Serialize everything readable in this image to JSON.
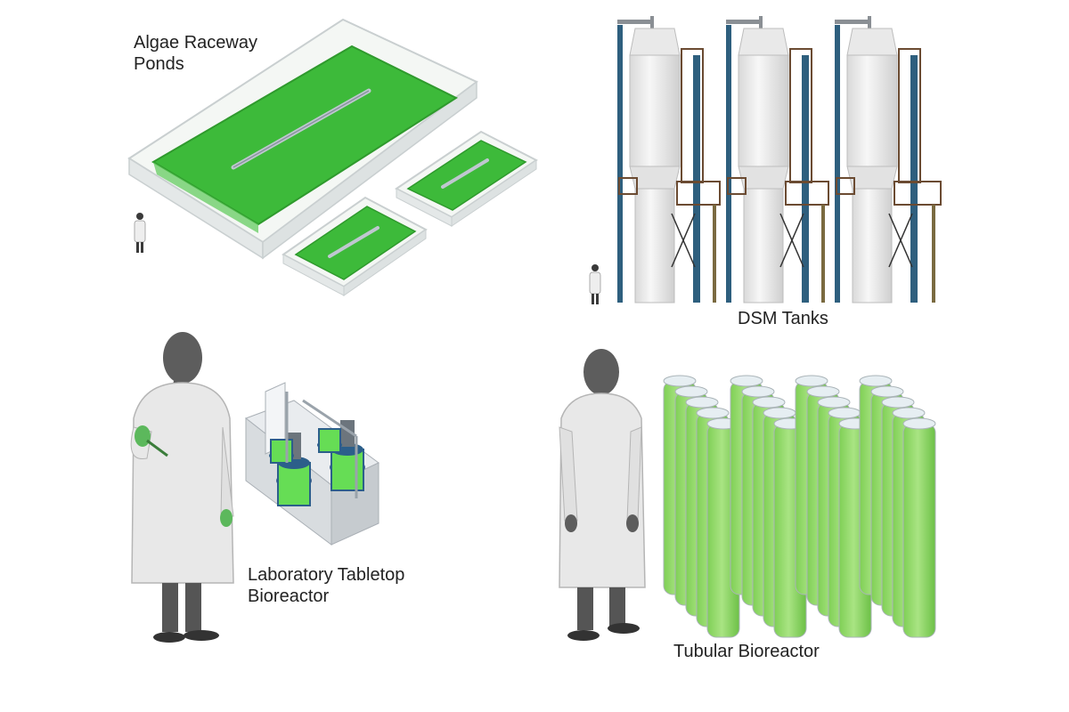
{
  "colors": {
    "background": "#ffffff",
    "algae_green": "#3dba3a",
    "algae_light": "#8fd66b",
    "coat": "#e9e9e9",
    "silhouette": "#6b6b6b",
    "steel_blue": "#2e5f7e",
    "tank_white": "#f2f2f2",
    "brown_rail": "#6b4b32"
  },
  "panels": {
    "raceway_ponds": {
      "caption_line1": "Algae Raceway",
      "caption_line2": "Ponds",
      "icon": "raceway-pond-icon"
    },
    "dsm_tanks": {
      "caption": "DSM Tanks",
      "icon": "tank-icon"
    },
    "tabletop_bioreactor": {
      "caption_line1": "Laboratory Tabletop",
      "caption_line2": "Bioreactor",
      "icon": "bioreactor-icon"
    },
    "tubular_bioreactor": {
      "caption": "Tubular Bioreactor",
      "icon": "tube-icon"
    }
  }
}
